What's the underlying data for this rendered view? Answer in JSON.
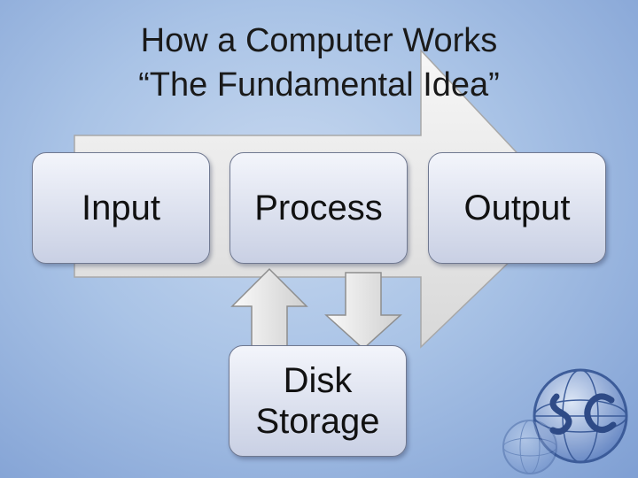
{
  "title_line1": "How a Computer Works",
  "title_line2": "“The Fundamental Idea”",
  "nodes": {
    "input": "Input",
    "process": "Process",
    "output": "Output",
    "disk_line1": "Disk",
    "disk_line2": "Storage"
  },
  "colors": {
    "background": "#a9c3e6",
    "box_fill": "#e4e8f3",
    "arrow_fill": "#ececec"
  },
  "icons": [
    "big-flow-arrow",
    "up-arrow",
    "down-arrow",
    "sc-globe-logo"
  ]
}
